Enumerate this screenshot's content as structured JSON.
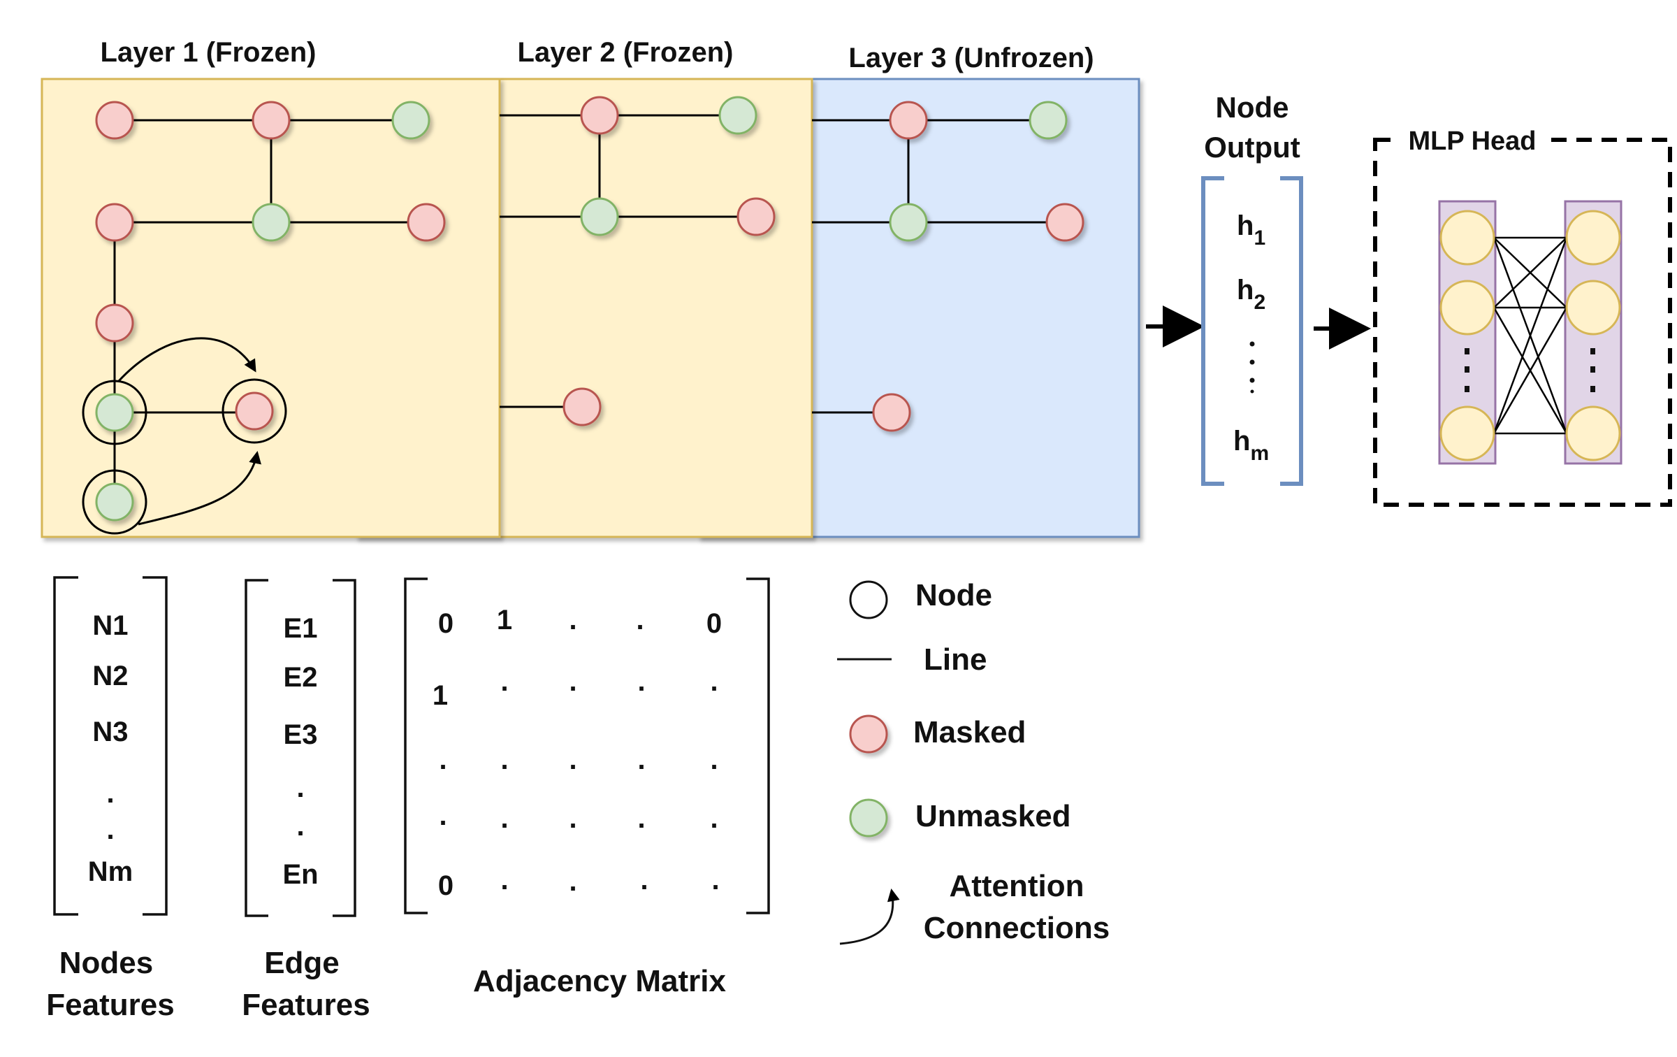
{
  "layers": [
    {
      "title": "Layer 1 (Frozen)",
      "fill": "#fff2cc",
      "stroke": "#d6b656"
    },
    {
      "title": "Layer 2 (Frozen)",
      "fill": "#fff2cc",
      "stroke": "#d6b656"
    },
    {
      "title": "Layer 3 (Unfrozen)",
      "fill": "#dae8fc",
      "stroke": "#6c8ebf"
    }
  ],
  "node_output": {
    "title_line1": "Node",
    "title_line2": "Output",
    "h1": "h",
    "h1_sub": "1",
    "h2": "h",
    "h2_sub": "2",
    "hm": "h",
    "hm_sub": "m"
  },
  "mlp_head": {
    "title": "MLP Head"
  },
  "nodes_features": {
    "items": [
      "N1",
      "N2",
      "N3",
      ".",
      ".",
      "Nm"
    ],
    "caption_line1": "Nodes",
    "caption_line2": "Features"
  },
  "edge_features": {
    "items": [
      "E1",
      "E2",
      "E3",
      ".",
      ".",
      "En"
    ],
    "caption_line1": "Edge",
    "caption_line2": "Features"
  },
  "adjacency_matrix": {
    "rows": [
      [
        "0",
        "1",
        ".",
        ".",
        "0"
      ],
      [
        "1",
        ".",
        ".",
        ".",
        "."
      ],
      [
        ".",
        ".",
        ".",
        ".",
        "."
      ],
      [
        ".",
        ".",
        ".",
        ".",
        "."
      ],
      [
        "0",
        ".",
        ".",
        ".",
        "."
      ]
    ],
    "caption": "Adjacency Matrix"
  },
  "legend": {
    "node": "Node",
    "line": "Line",
    "masked": "Masked",
    "unmasked": "Unmasked",
    "attention_line1": "Attention",
    "attention_line2": "Connections"
  },
  "colors": {
    "masked_fill": "#f8cecc",
    "masked_stroke": "#b85450",
    "unmasked_fill": "#d5e8d4",
    "unmasked_stroke": "#82b366",
    "mlp_node_fill": "#fff2cc",
    "mlp_node_stroke": "#d6b656",
    "mlp_column_fill": "#e1d5e7",
    "mlp_column_stroke": "#9673a6",
    "output_bracket": "#6c8ebf"
  }
}
